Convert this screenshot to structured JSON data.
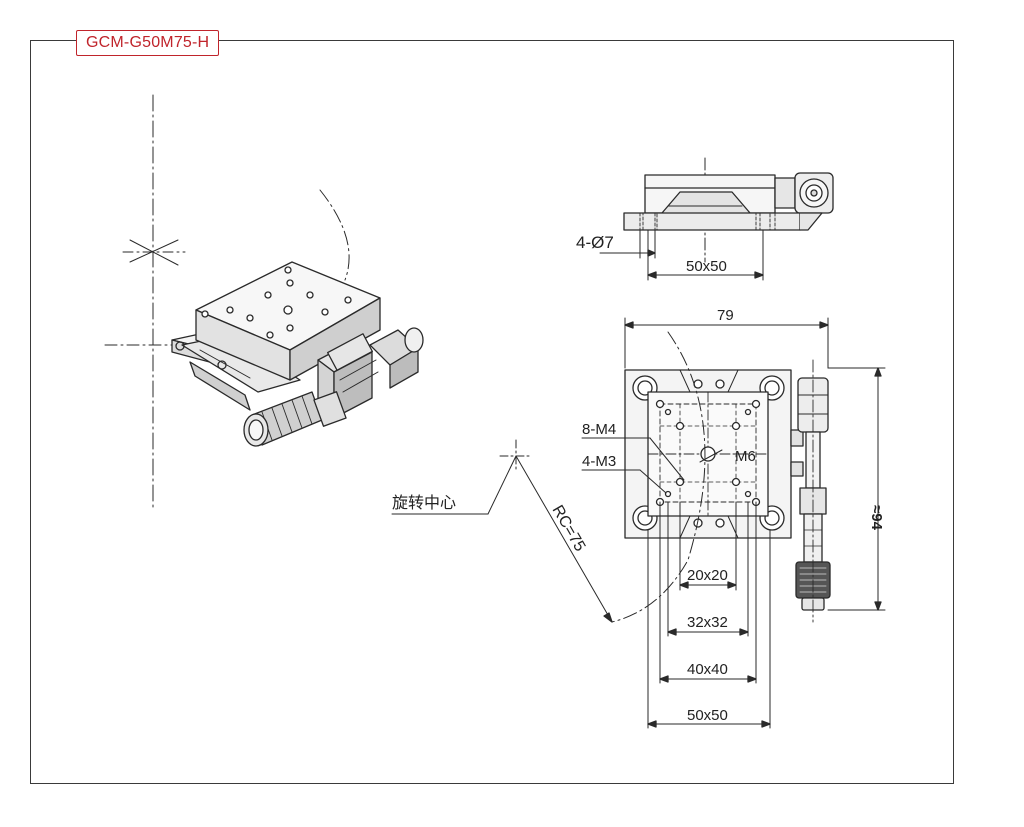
{
  "title": "GCM-G50M75-H",
  "colors": {
    "title": "#c0242b",
    "line": "#2a2a2a",
    "part_fill": "#e9e9e9",
    "dark": "#555555"
  },
  "side_view": {
    "hole_label": "4-Ø7",
    "spacing_label": "50x50"
  },
  "top_view": {
    "width_label": "79",
    "height_label": "≈94",
    "m4_label": "8-M4",
    "m3_label": "4-M3",
    "m6_label": "M6",
    "dims": [
      "20x20",
      "32x32",
      "40x40",
      "50x50"
    ]
  },
  "rotation": {
    "center_label": "旋转中心",
    "radius_label": "RC=75"
  },
  "isometric_view": {
    "icon": "stage-isometric-icon"
  }
}
